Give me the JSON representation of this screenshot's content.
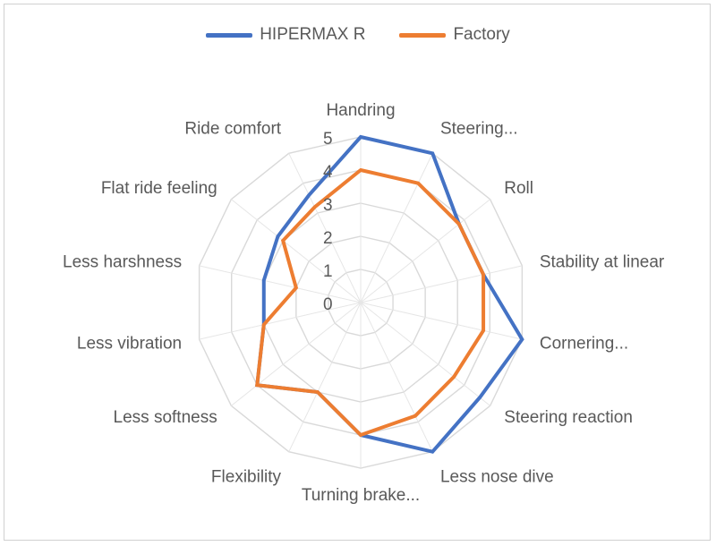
{
  "chart_data": {
    "type": "radar",
    "categories": [
      "Handring",
      "Steering...",
      "Roll",
      "Stability at linear",
      "Cornering...",
      "Steering reaction",
      "Less nose dive",
      "Turning brake...",
      "Flexibility",
      "Less softness",
      "Less vibration",
      "Less harshness",
      "Flat ride feeling",
      "Ride comfort"
    ],
    "series": [
      {
        "name": "HIPERMAX R",
        "color": "#4472c4",
        "values": [
          5,
          5,
          3.8,
          3.8,
          5,
          4.6,
          5,
          4,
          3,
          4,
          3,
          3,
          3.2,
          3.6
        ]
      },
      {
        "name": "Factory",
        "color": "#ed7d31",
        "values": [
          4,
          4,
          3.8,
          3.8,
          3.8,
          3.6,
          3.8,
          4,
          3,
          4,
          3,
          2,
          3,
          3.2
        ]
      }
    ],
    "rlim": [
      0,
      5
    ],
    "ticks": [
      0,
      1,
      2,
      3,
      4,
      5
    ],
    "grid": true,
    "legend_position": "top"
  }
}
